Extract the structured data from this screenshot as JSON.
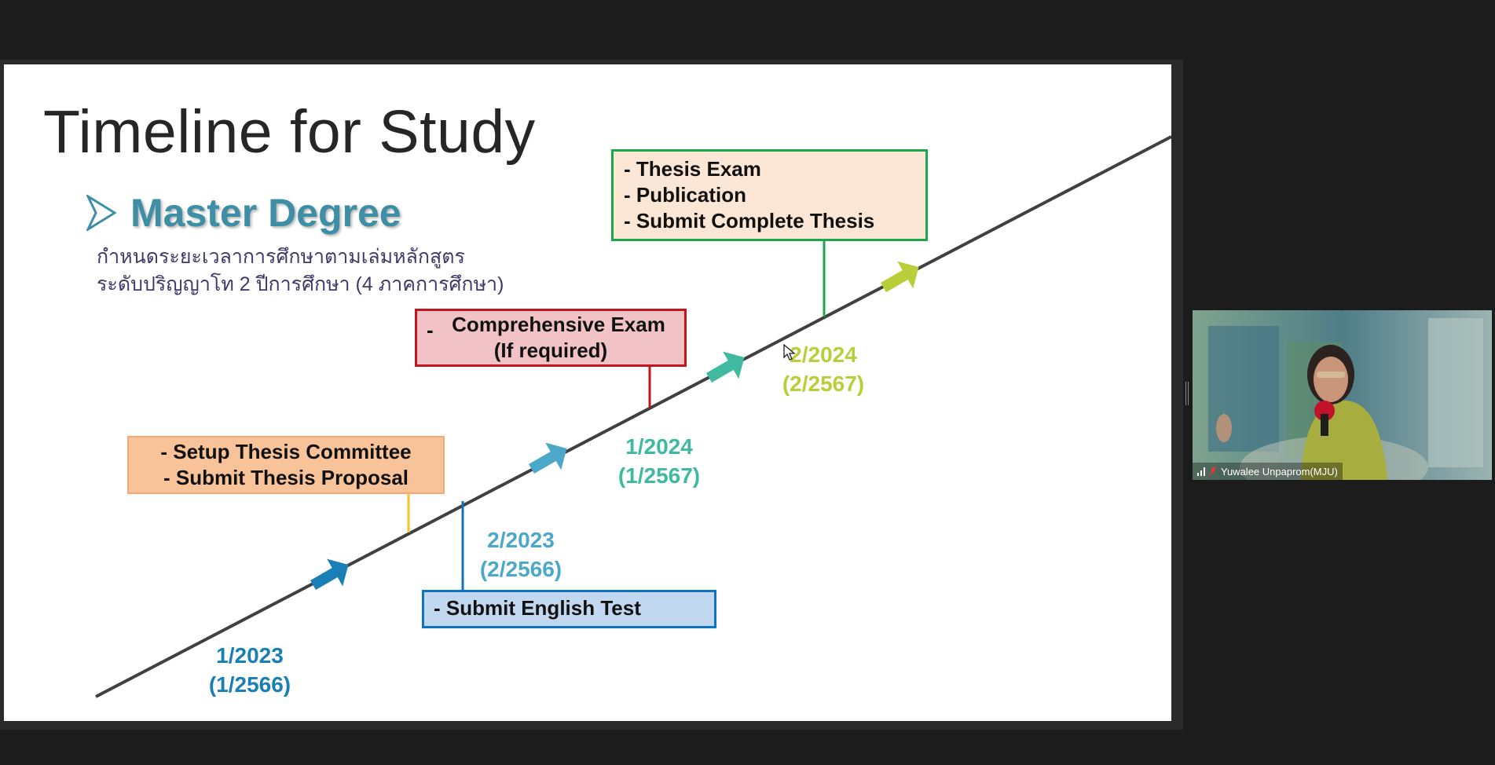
{
  "slide": {
    "title": "Timeline for Study",
    "subtitle": "Master Degree",
    "description_line1": "กำหนดระยะเวลาการศึกษาตามเล่มหลักสูตร",
    "description_line2": "ระดับปริญญาโท 2 ปีการศึกษา (4 ภาคการศึกษา)",
    "boxes": {
      "thesis": {
        "line1": "- Thesis Exam",
        "line2": "- Publication",
        "line3": "- Submit Complete Thesis"
      },
      "comprehensive": {
        "dash": "-",
        "line1": "Comprehensive Exam",
        "line2": "(If required)"
      },
      "setup": {
        "line1": "- Setup Thesis Committee",
        "line2": "- Submit Thesis Proposal"
      },
      "english": {
        "line1": "- Submit English Test"
      }
    },
    "semesters": [
      {
        "label": "1/2023",
        "thai": "(1/2566)"
      },
      {
        "label": "2/2023",
        "thai": "(2/2566)"
      },
      {
        "label": "1/2024",
        "thai": "(1/2567)"
      },
      {
        "label": "2/2024",
        "thai": "(2/2567)"
      }
    ],
    "colors": {
      "sem1": "#1a7fb6",
      "sem2": "#4ba8c9",
      "sem3": "#3fb9a0",
      "sem4": "#b9cf3a",
      "line": "#404040",
      "title_accent": "#3e8fa6"
    }
  },
  "video": {
    "participant_name": "Yuwalee Unpaprom(MJU)",
    "icons": [
      "signal-icon",
      "mic-off-icon"
    ]
  }
}
